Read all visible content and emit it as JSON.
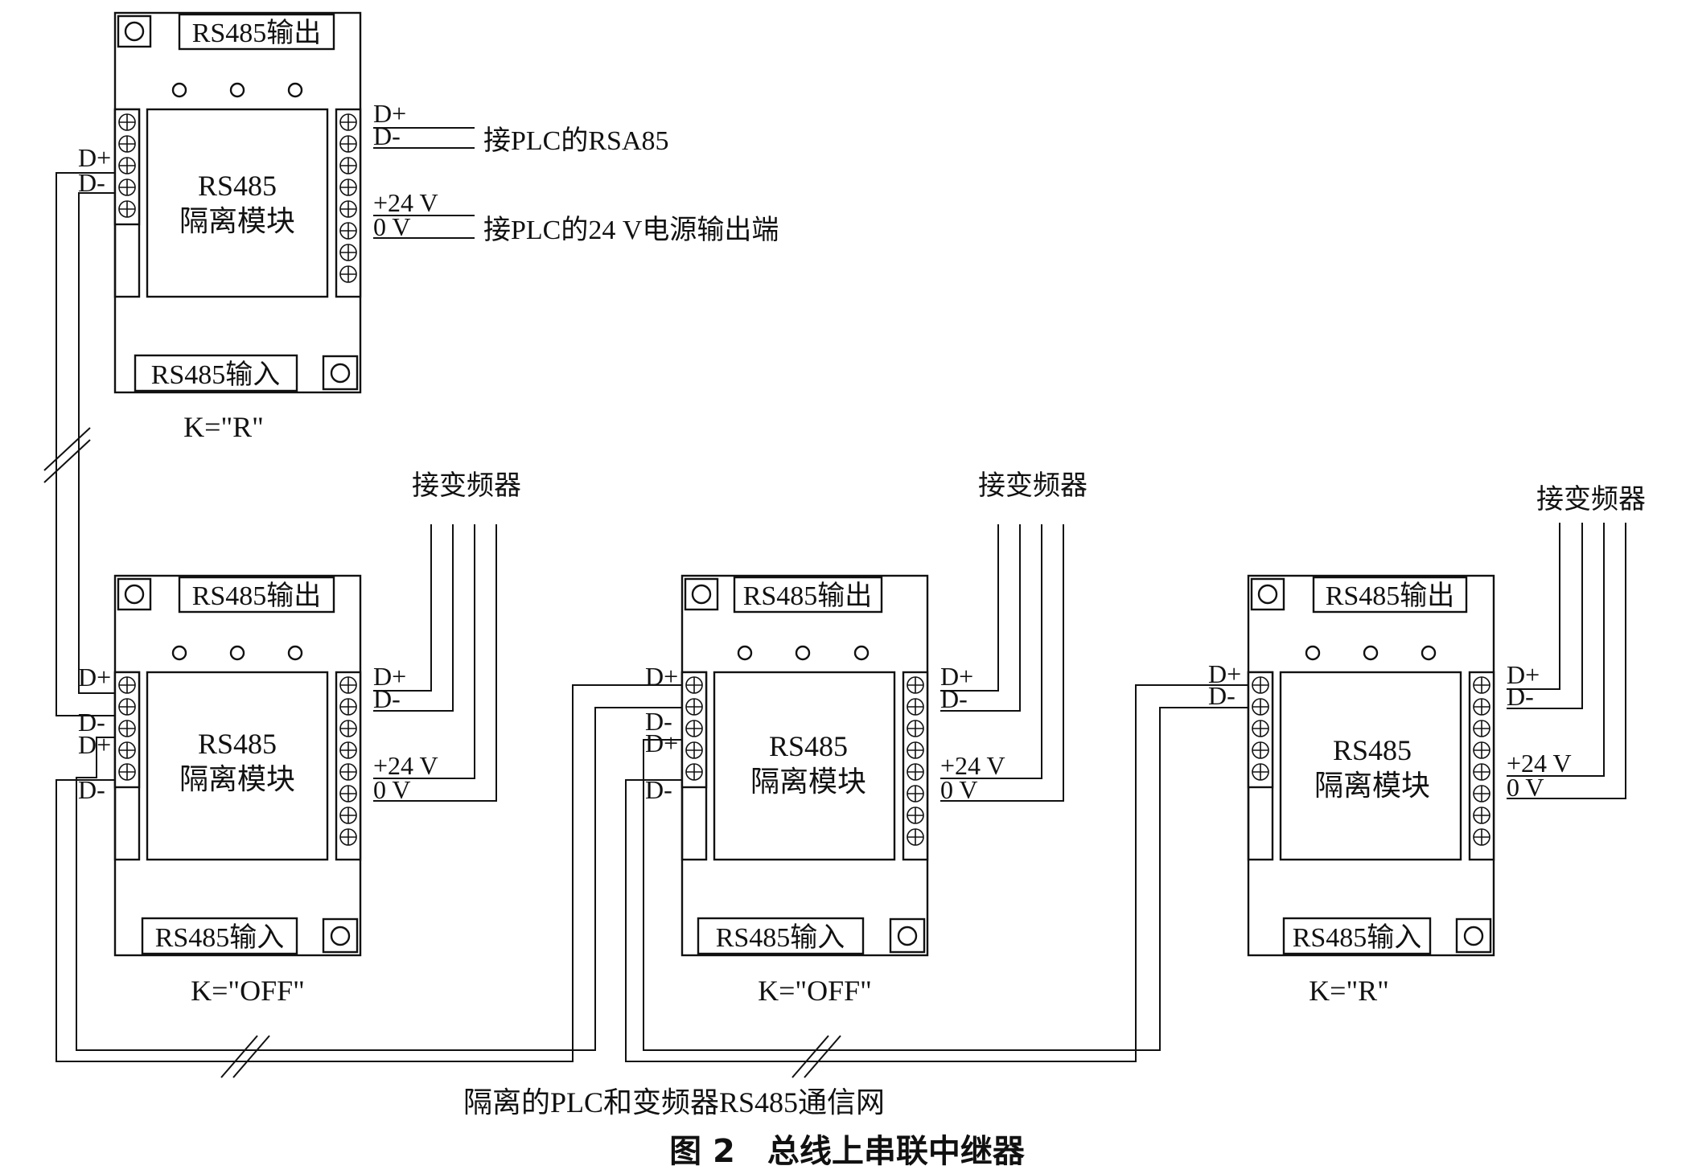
{
  "modules": [
    {
      "output_label": "RS485输出",
      "input_label": "RS485输入",
      "name_line1": "RS485",
      "name_line2": "隔离模块",
      "k_label": "K=\"R\"",
      "left_pins": [
        "D+",
        "D-"
      ],
      "right_pins": [
        "D+",
        "D-",
        "+24 V",
        "0 V"
      ],
      "connections": [
        "接PLC的RSA85",
        "接PLC的24 V电源输出端"
      ]
    },
    {
      "output_label": "RS485输出",
      "input_label": "RS485输入",
      "name_line1": "RS485",
      "name_line2": "隔离模块",
      "k_label": "K=\"OFF\"",
      "left_pins": [
        "D+",
        "D-",
        "D+",
        "D-"
      ],
      "right_pins": [
        "D+",
        "D-",
        "+24 V",
        "0 V"
      ],
      "connection": "接变频器"
    },
    {
      "output_label": "RS485输出",
      "input_label": "RS485输入",
      "name_line1": "RS485",
      "name_line2": "隔离模块",
      "k_label": "K=\"OFF\"",
      "left_pins": [
        "D+",
        "D-",
        "D+",
        "D-"
      ],
      "right_pins": [
        "D+",
        "D-",
        "+24 V",
        "0 V"
      ],
      "connection": "接变频器"
    },
    {
      "output_label": "RS485输出",
      "input_label": "RS485输入",
      "name_line1": "RS485",
      "name_line2": "隔离模块",
      "k_label": "K=\"R\"",
      "left_pins": [
        "D+",
        "D-"
      ],
      "right_pins": [
        "D+",
        "D-",
        "+24 V",
        "0 V"
      ],
      "connection": "接变频器"
    }
  ],
  "network_caption": "隔离的PLC和变频器RS485通信网",
  "figure_title": "图 2　总线上串联中继器"
}
